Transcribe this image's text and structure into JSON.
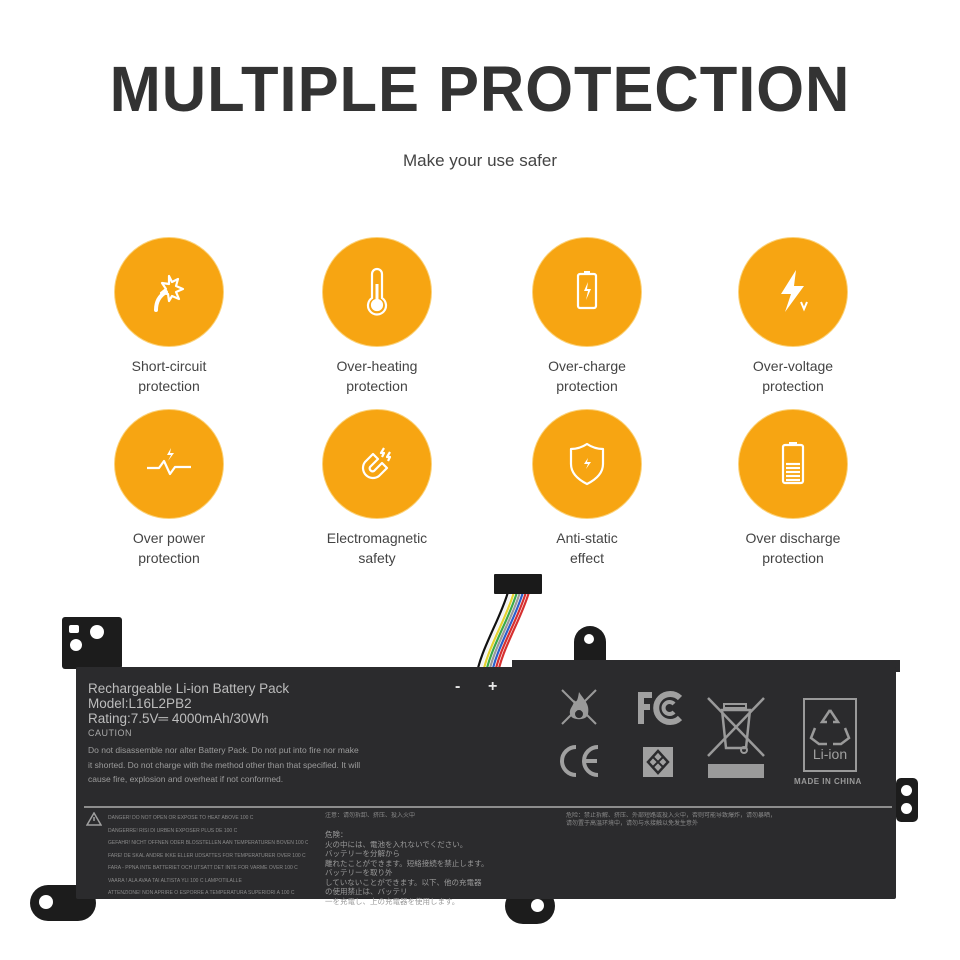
{
  "header": {
    "title": "MULTIPLE PROTECTION",
    "subtitle": "Make your use safer"
  },
  "theme": {
    "accent": "#F7A512",
    "text": "#333333",
    "battery_body": "#2B2B2D"
  },
  "features": [
    {
      "icon": "short-circuit-icon",
      "line1": "Short-circuit",
      "line2": "protection"
    },
    {
      "icon": "thermometer-icon",
      "line1": "Over-heating",
      "line2": "protection"
    },
    {
      "icon": "battery-charging-icon",
      "line1": "Over-charge",
      "line2": "protection"
    },
    {
      "icon": "lightning-voltage-icon",
      "line1": "Over-voltage",
      "line2": "protection"
    },
    {
      "icon": "pulse-lightning-icon",
      "line1": "Over power",
      "line2": "protection"
    },
    {
      "icon": "magnet-icon",
      "line1": "Electromagnetic",
      "line2": "safety"
    },
    {
      "icon": "shield-lightning-icon",
      "line1": "Anti-static",
      "line2": "effect"
    },
    {
      "icon": "battery-level-icon",
      "line1": "Over discharge",
      "line2": "protection"
    }
  ],
  "battery": {
    "label_title": "Rechargeable Li-ion Battery Pack",
    "model": "Model:L16L2PB2",
    "rating": "Rating:7.5V═ 4000mAh/30Wh",
    "caution_heading": "CAUTION",
    "caution_text": "Do not disassemble nor alter Battery Pack. Do not put into fire nor make it shorted. Do not charge with the method other than that specified. It will cause fire, explosion and overheat if not conformed.",
    "polarity_minus": "-",
    "polarity_plus": "+",
    "made_in": "MADE IN CHINA",
    "li_ion_mark": "Li-ion",
    "cert_marks": [
      "no-fire-icon",
      "FCC",
      "CE",
      "recycle-mark-icon",
      "weee-bin-icon",
      "li-ion-recycle-icon"
    ],
    "fine_print_left": [
      "DANGER! DO NOT OPEN OR EXPOSE TO HEAT ABOVE 100 C",
      "DANGERRE! RISI DI URBEN EXPOSER PLUS DE 100 C",
      "GEFAHR! NICHT OFFNEN ODER BLOSSTELLEN AAN TEMPERATUREN BOVEN 100 C",
      "FARE! DE SKAL ANDRE IKKE ELLER UDSATTES FOR TEMPERATURER OVER 100 C",
      "FARA - PPNA INTE BATTERIET OCH UTSATT DET INTE FOR VARME OVER 100 C",
      "VAARA ! ALA AVAA TAI ALTISTA YLI 100 C LAMPOTILALLE",
      "ATTENZIONE! NON APRIRE O ESPORRE A TEMPERATURA SUPERIORI A 100 C"
    ],
    "fine_print_cn_1": "注意：请勿拆卸、挤压、投入火中",
    "fine_print_jp": [
      "危険：",
      "火の中には、電池を入れないでください。",
      "バッテリーを分解から",
      "離れたことができます。短絡接続を禁止します。",
      "バッテリーを取り外",
      "していないことができます。以下、他の充電器",
      "の使用禁止は、バッテリ",
      "一を充電し、上の充電器を使用します。"
    ],
    "fine_print_cn_2": [
      "危险：禁止拆解、挤压、外部短路或投入火中，否则可能导致爆炸，请勿暴晒，",
      "请勿置于高温环境中，请勿与水接触以免发生意外"
    ]
  }
}
